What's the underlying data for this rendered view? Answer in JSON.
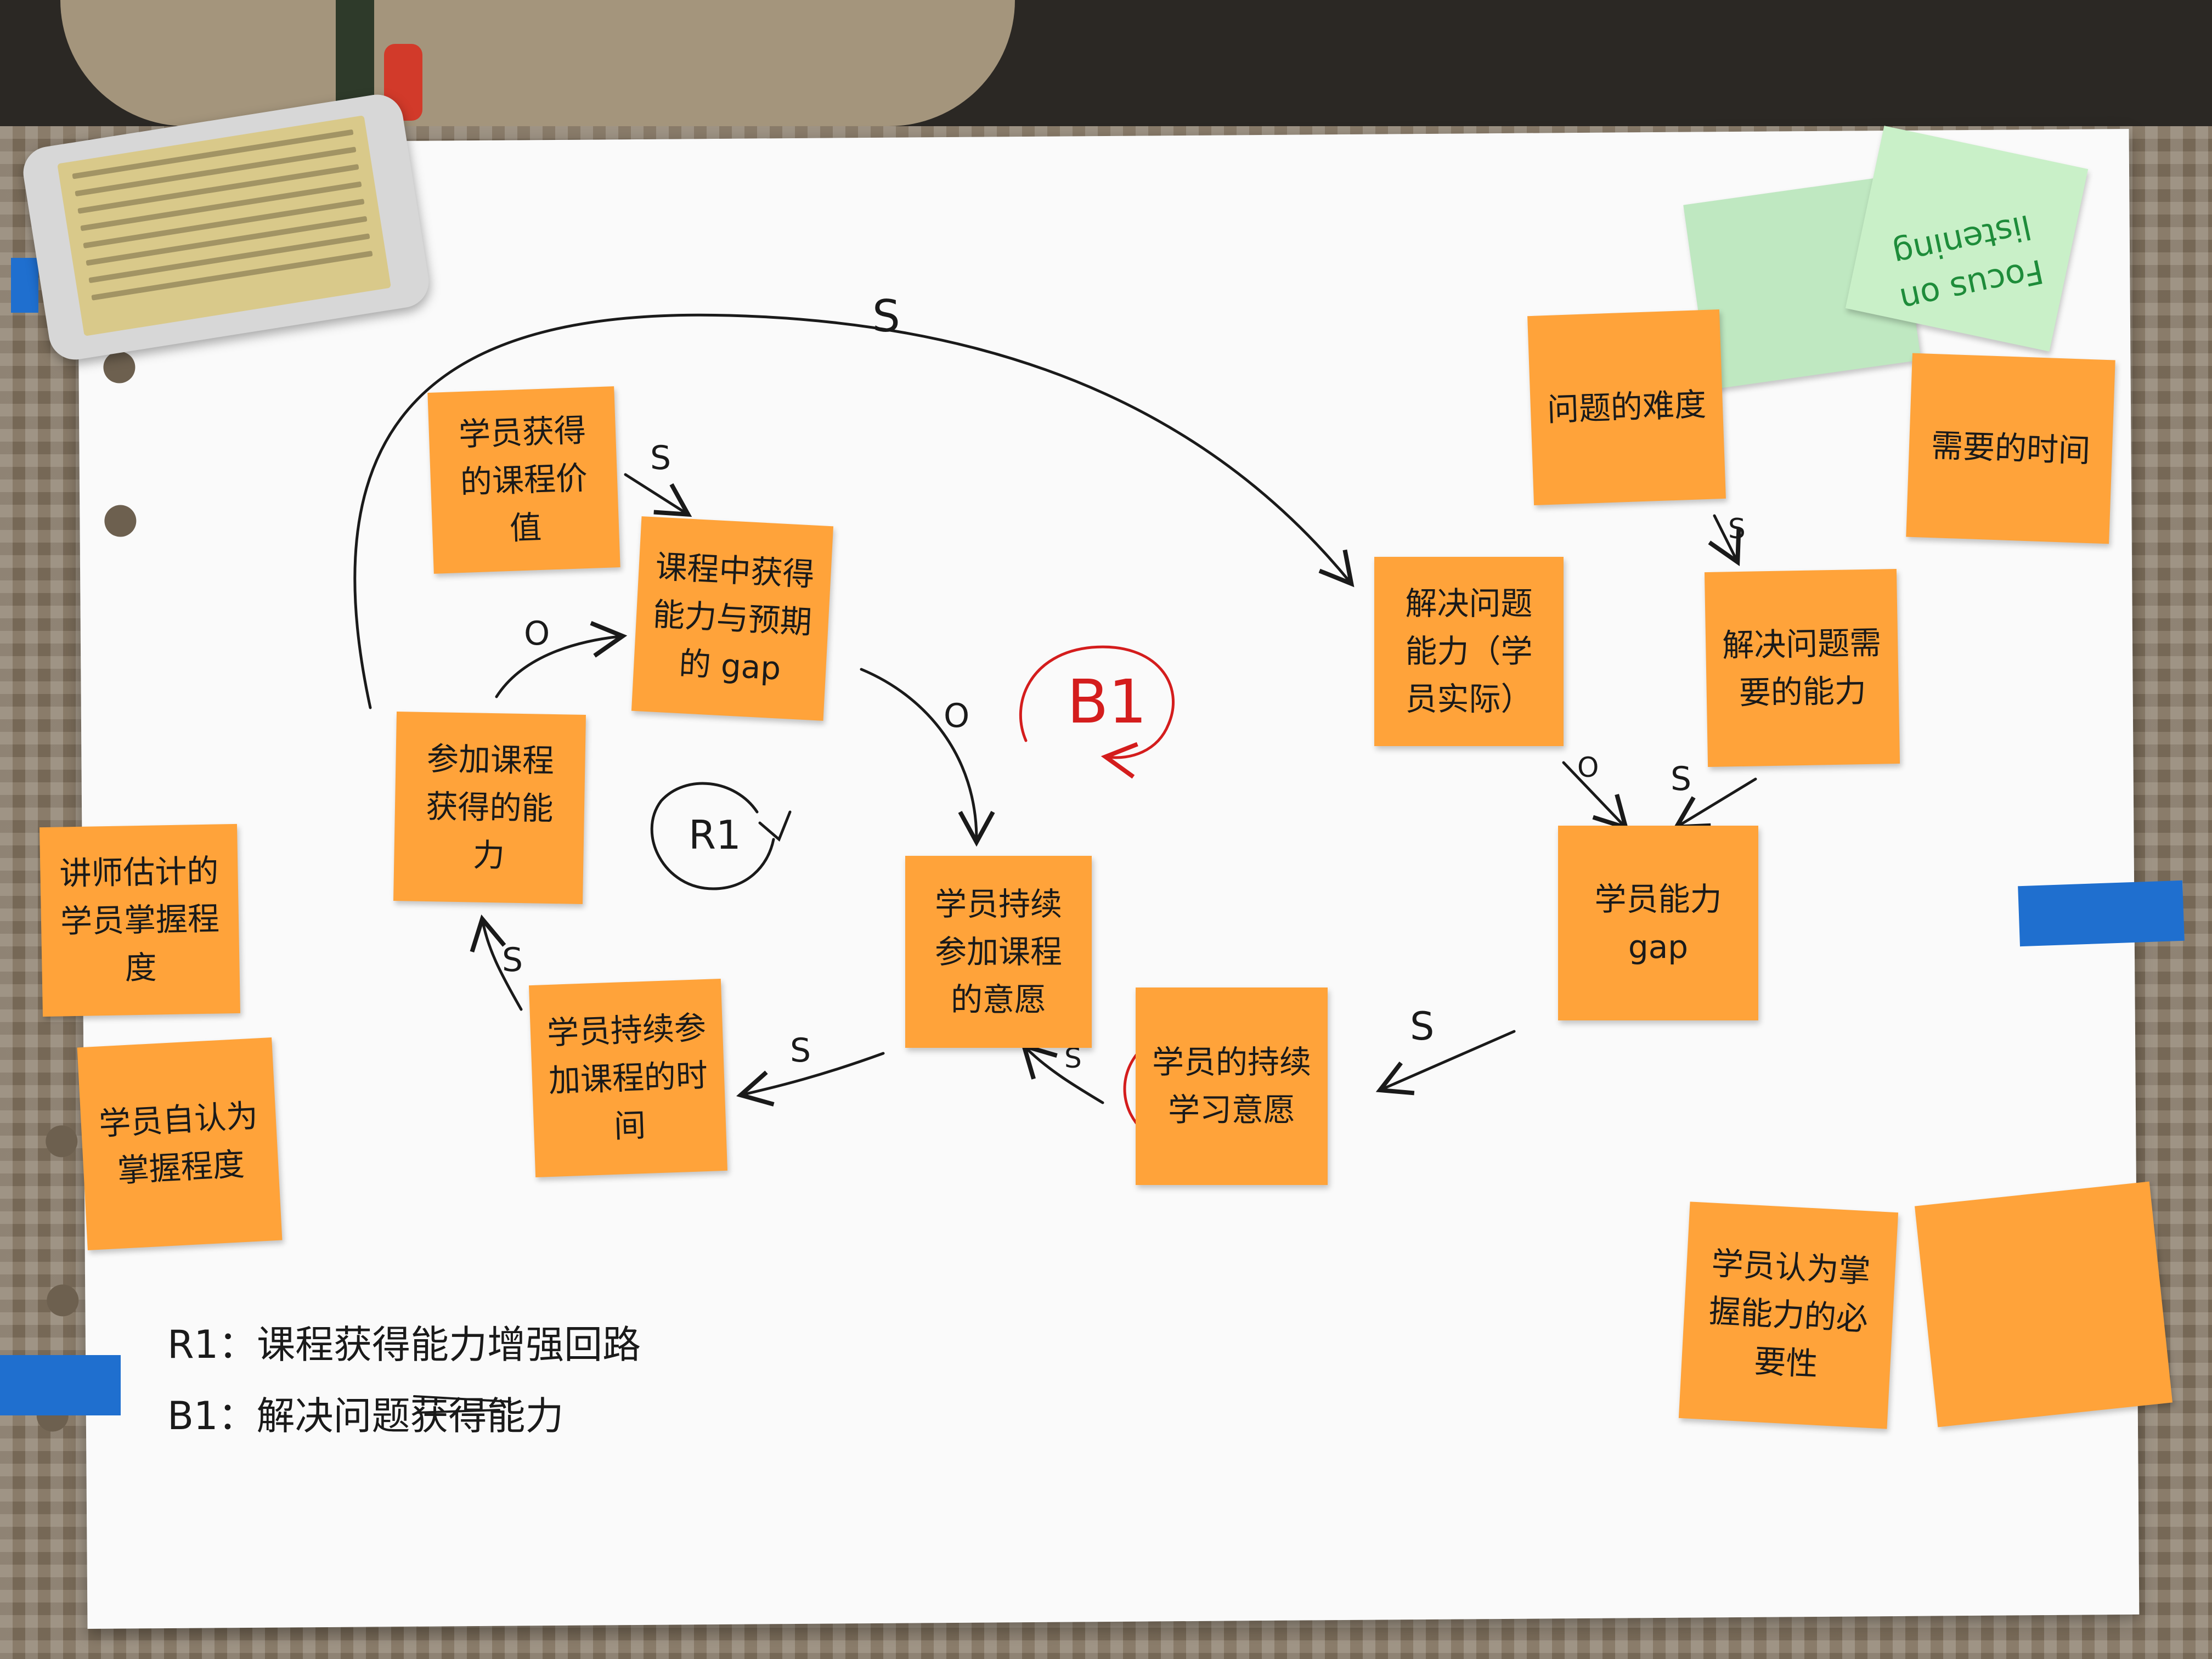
{
  "stickies": {
    "n1": "学员获得的课程价值",
    "n2": "课程中获得能力与预期的 gap",
    "n3": "参加课程获得的能力",
    "n4": "学员持续参加课程的意愿",
    "n5": "学员持续参加课程的时间",
    "n6": "学员的持续学习意愿",
    "n7": "讲师估计的学员掌握程度",
    "n8": "学员自认为掌握程度",
    "n9": "问题的难度",
    "n10": "需要的时间",
    "n11": "解决问题能力（学员实际）",
    "n12": "解决问题需要的能力",
    "n13": "学员能力 gap",
    "n14": "学员认为掌握能力的必要性"
  },
  "focus_note": "Focus on listening",
  "links": {
    "s_top": "S",
    "s_1_2": "S",
    "o_3_2": "O",
    "o_2_4": "O",
    "s_5_3": "S",
    "s_4_5": "S",
    "s_6_4": "S",
    "o_11_13": "O",
    "s_12_13": "S",
    "s_13_6": "S",
    "s_9_12": "S"
  },
  "loops": {
    "r1": "R1",
    "b1": "B1"
  },
  "legend": {
    "r1": "R1：课程获得能力增强回路",
    "b1": "B1：解决问题获得能力"
  },
  "colors": {
    "sticky": "#ffa33a",
    "green_sticky": "#bfe8c1",
    "ink": "#1a1a1a",
    "red_ink": "#d41d1d",
    "tape": "#1f6fcf"
  }
}
